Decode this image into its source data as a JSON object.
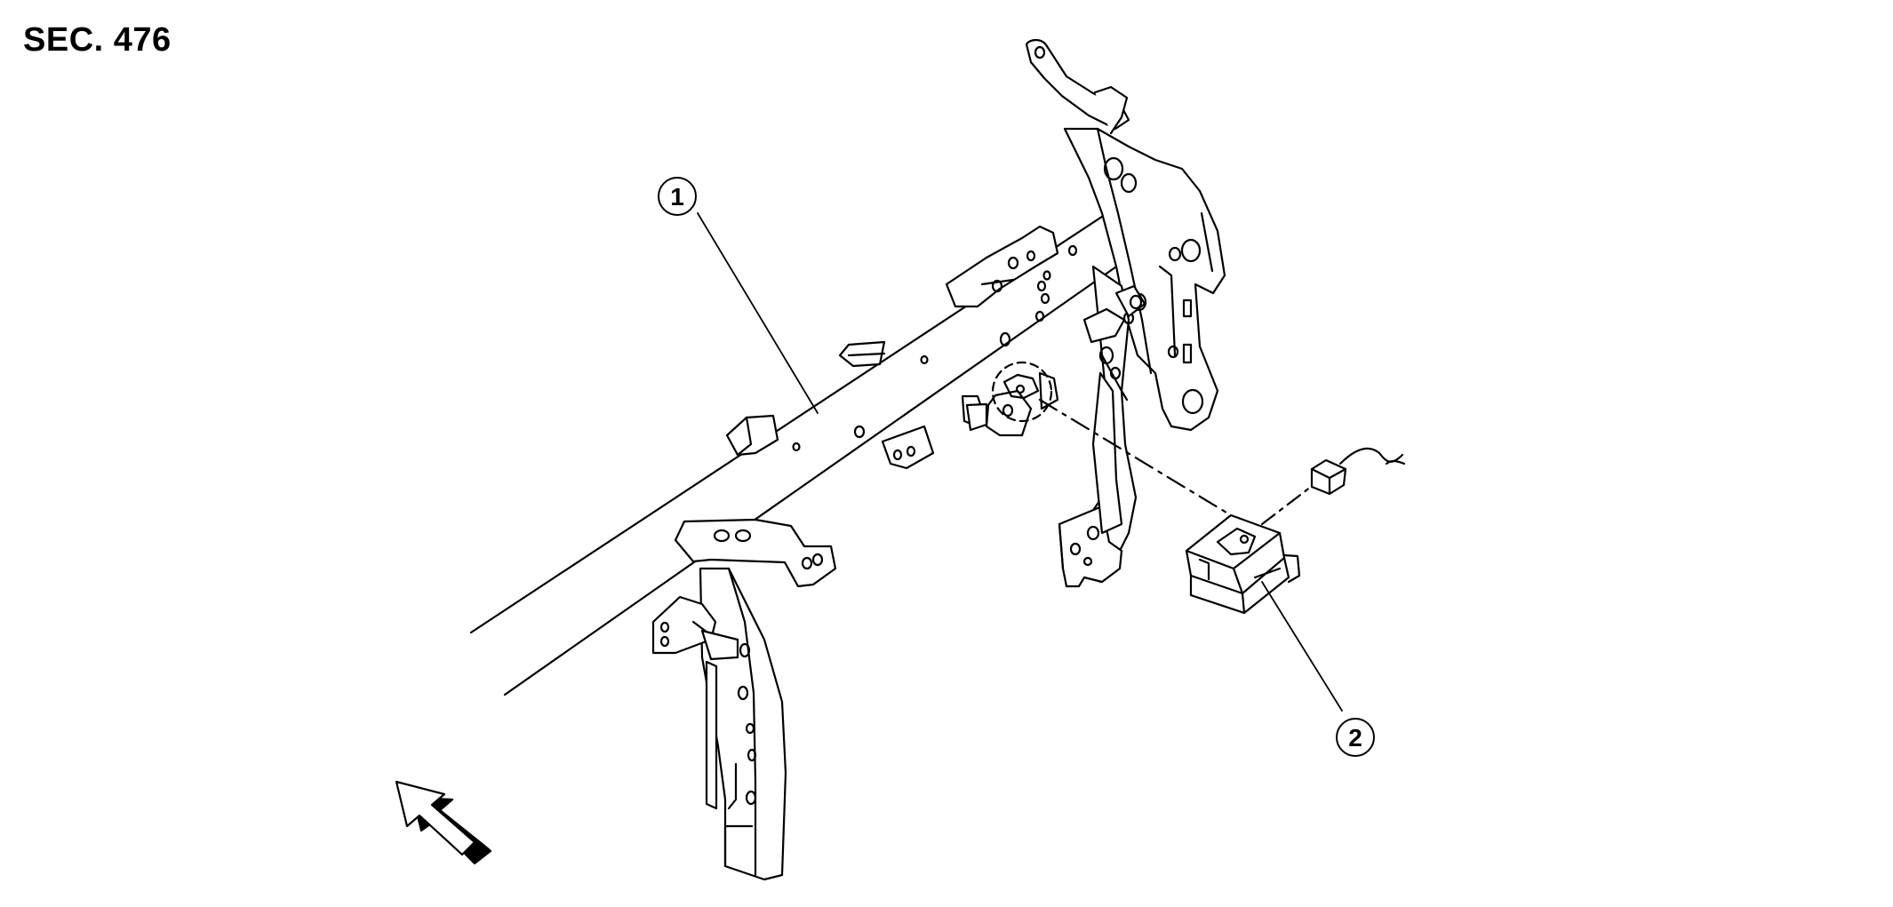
{
  "section_label": "SEC. 476",
  "callouts": [
    {
      "id": 1,
      "label": "1"
    },
    {
      "id": 2,
      "label": "2"
    }
  ],
  "colors": {
    "line": "#000000",
    "fill": "#ffffff"
  },
  "icons": {
    "front_arrow": "front-direction-arrow-icon",
    "detail_circle": "dashed-detail-circle-icon"
  }
}
